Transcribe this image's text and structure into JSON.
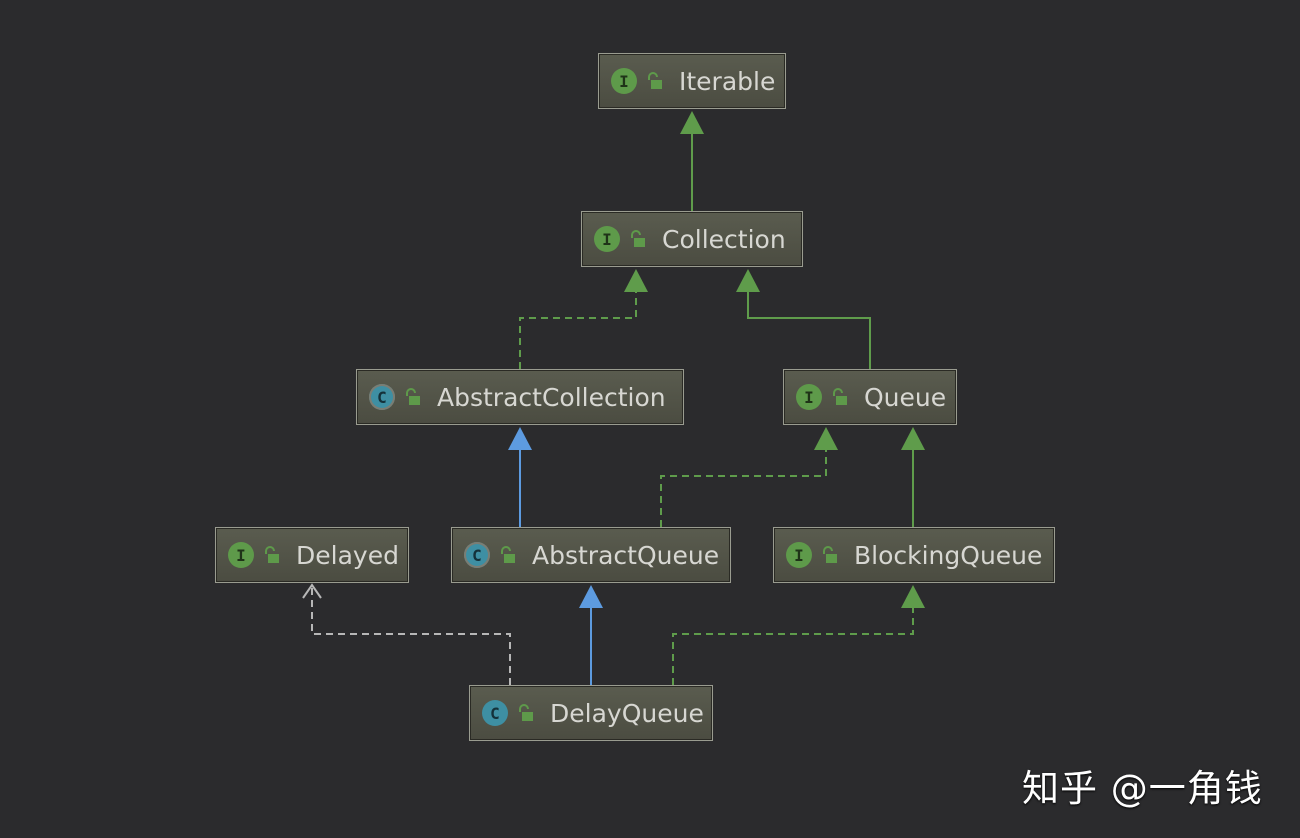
{
  "diagram": {
    "nodes": [
      {
        "id": "iterable",
        "name": "Iterable",
        "kind": "I",
        "kind_type": "interface",
        "icon": "interface-icon"
      },
      {
        "id": "collection",
        "name": "Collection",
        "kind": "I",
        "kind_type": "interface",
        "icon": "interface-icon"
      },
      {
        "id": "abstractcollection",
        "name": "AbstractCollection",
        "kind": "C",
        "kind_type": "abstract",
        "icon": "abstract-class-icon"
      },
      {
        "id": "queue",
        "name": "Queue",
        "kind": "I",
        "kind_type": "interface",
        "icon": "interface-icon"
      },
      {
        "id": "delayed",
        "name": "Delayed",
        "kind": "I",
        "kind_type": "interface",
        "icon": "interface-icon"
      },
      {
        "id": "abstractqueue",
        "name": "AbstractQueue",
        "kind": "C",
        "kind_type": "abstract",
        "icon": "abstract-class-icon"
      },
      {
        "id": "blockingqueue",
        "name": "BlockingQueue",
        "kind": "I",
        "kind_type": "interface",
        "icon": "interface-icon"
      },
      {
        "id": "delayqueue",
        "name": "DelayQueue",
        "kind": "C",
        "kind_type": "class",
        "icon": "class-icon"
      }
    ],
    "edges": [
      {
        "from": "collection",
        "to": "iterable",
        "type": "extends-interface"
      },
      {
        "from": "abstractcollection",
        "to": "collection",
        "type": "implements"
      },
      {
        "from": "queue",
        "to": "collection",
        "type": "extends-interface"
      },
      {
        "from": "abstractqueue",
        "to": "abstractcollection",
        "type": "extends-class"
      },
      {
        "from": "abstractqueue",
        "to": "queue",
        "type": "implements"
      },
      {
        "from": "blockingqueue",
        "to": "queue",
        "type": "extends-interface"
      },
      {
        "from": "delayqueue",
        "to": "abstractqueue",
        "type": "extends-class"
      },
      {
        "from": "delayqueue",
        "to": "blockingqueue",
        "type": "implements"
      },
      {
        "from": "delayqueue",
        "to": "delayed",
        "type": "implements-open"
      }
    ]
  },
  "colors": {
    "background": "#2b2b2d",
    "interface_edge": "#5f9c4b",
    "class_edge": "#5d9be0",
    "open_edge": "#b7b7b7"
  },
  "watermark": "知乎 @一角钱"
}
